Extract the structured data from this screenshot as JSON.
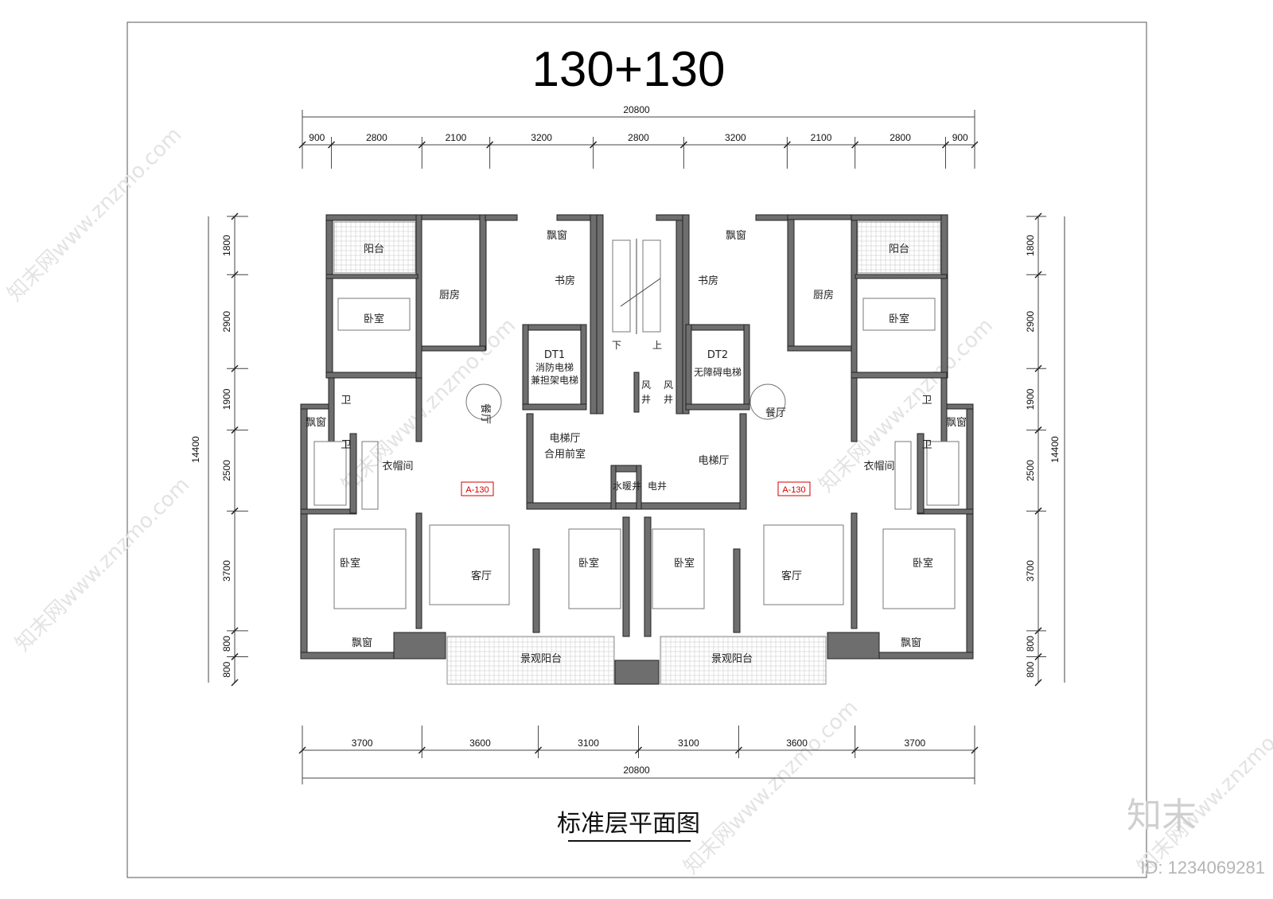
{
  "drawing": {
    "title": "130+130",
    "subtitle": "标准层平面图",
    "brand": "知末",
    "id_label": "ID: 1234069281",
    "watermark": "知末网www.znzmo.com"
  },
  "dimensions": {
    "top_total": "20800",
    "top_segments": [
      "900",
      "2800",
      "2100",
      "3200",
      "2800",
      "3200",
      "2100",
      "2800",
      "900"
    ],
    "bottom_total": "20800",
    "bottom_segments": [
      "3700",
      "3600",
      "3100",
      "3100",
      "3600",
      "3700"
    ],
    "side_total": "14400",
    "side_segments": [
      "1800",
      "2900",
      "1900",
      "2500",
      "3700",
      "800",
      "800"
    ]
  },
  "rooms": {
    "balcony": "阳台",
    "kitchen": "厨房",
    "bedroom": "卧室",
    "bay_window": "飘窗",
    "study": "书房",
    "bath": "卫",
    "cloakroom": "衣帽间",
    "dining": "餐厅",
    "living": "客厅",
    "view_balcony": "景观阳台",
    "elevator_hall": "电梯厅",
    "shared_anteroom": "合用前室",
    "dt1": "DT1",
    "dt1_desc_a": "消防电梯",
    "dt1_desc_b": "兼担架电梯",
    "dt2": "DT2",
    "dt2_desc": "无障碍电梯",
    "air_shaft_a": "风",
    "air_shaft_b": "井",
    "water_heating_shaft": "水暖井",
    "electric_shaft": "电井",
    "stair_down": "下",
    "stair_up": "上"
  },
  "unit_tags": [
    "A-130",
    "A-130"
  ]
}
